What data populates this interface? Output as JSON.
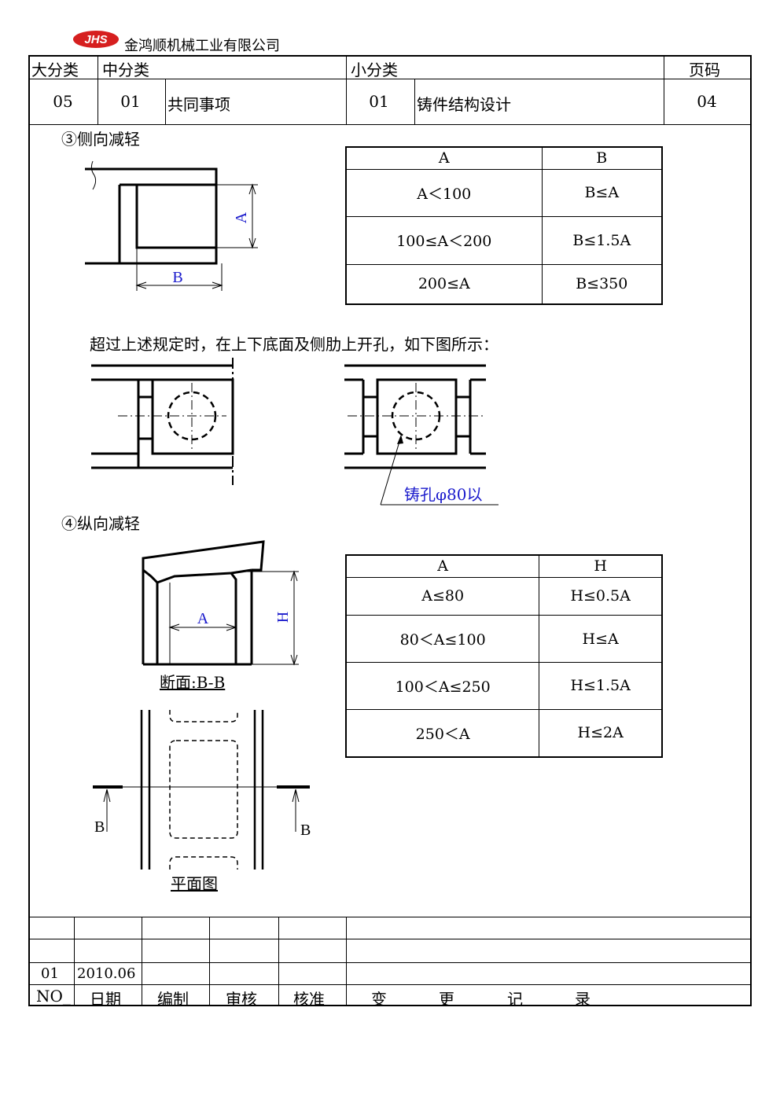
{
  "header": {
    "logo_text": "JHS",
    "company": "金鸿顺机械工业有限公司"
  },
  "title_block": {
    "labels": {
      "major": "大分类",
      "middle": "中分类",
      "minor": "小分类",
      "page": "页码"
    },
    "values": {
      "major": "05",
      "middle_code": "01",
      "middle_name": "共同事项",
      "minor_code": "01",
      "minor_name": "铸件结构设计",
      "page": "04"
    }
  },
  "section3": {
    "title": "③侧向减轻",
    "dim_a": "A",
    "dim_b": "B",
    "table": {
      "headers": [
        "A",
        "B"
      ],
      "rows": [
        [
          "A＜100",
          "B≤A"
        ],
        [
          "100≤A＜200",
          "B≤1.5A"
        ],
        [
          "200≤A",
          "B≤350"
        ]
      ]
    },
    "note": "超过上述规定时，在上下底面及侧肋上开孔，如下图所示：",
    "hole_label": "铸孔φ80以"
  },
  "section4": {
    "title": "④纵向减轻",
    "dim_a": "A",
    "dim_h": "H",
    "section_caption": "断面:B-B",
    "plan_caption": "平面图",
    "cut_label_left": "B",
    "cut_label_right": "B",
    "table": {
      "headers": [
        "A",
        "H"
      ],
      "rows": [
        [
          "A≤80",
          "H≤0.5A"
        ],
        [
          "80＜A≤100",
          "H≤A"
        ],
        [
          "100＜A≤250",
          "H≤1.5A"
        ],
        [
          "250＜A",
          "H≤2A"
        ]
      ]
    }
  },
  "revision": {
    "row_no": "01",
    "row_date": "2010.06",
    "footer": {
      "no": "NO_",
      "date": "日期",
      "edit": "编制",
      "review": "审核",
      "approve": "核准",
      "record_1": "变",
      "record_2": "更",
      "record_3": "记",
      "record_4": "录"
    }
  }
}
